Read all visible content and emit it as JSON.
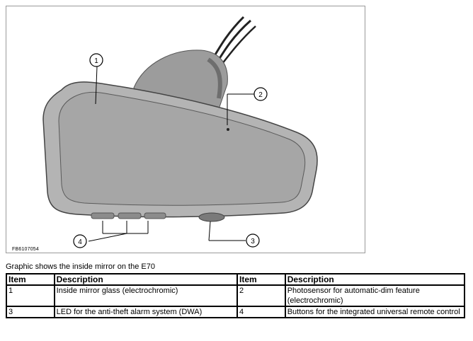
{
  "figure": {
    "code": "FB6107054",
    "callouts": [
      "1",
      "2",
      "3",
      "4"
    ]
  },
  "caption": "Graphic shows the inside mirror on the E70",
  "table": {
    "headers": [
      "Item",
      "Description",
      "Item",
      "Description"
    ],
    "rows": [
      {
        "item_a": "1",
        "desc_a": "Inside mirror glass (electrochromic)",
        "item_b": "2",
        "desc_b": "Photosensor for automatic-dim feature (electrochromic)"
      },
      {
        "item_a": "3",
        "desc_a": "LED for the anti-theft alarm system (DWA)",
        "item_b": "4",
        "desc_b": "Buttons for the integrated universal remote control"
      }
    ]
  }
}
